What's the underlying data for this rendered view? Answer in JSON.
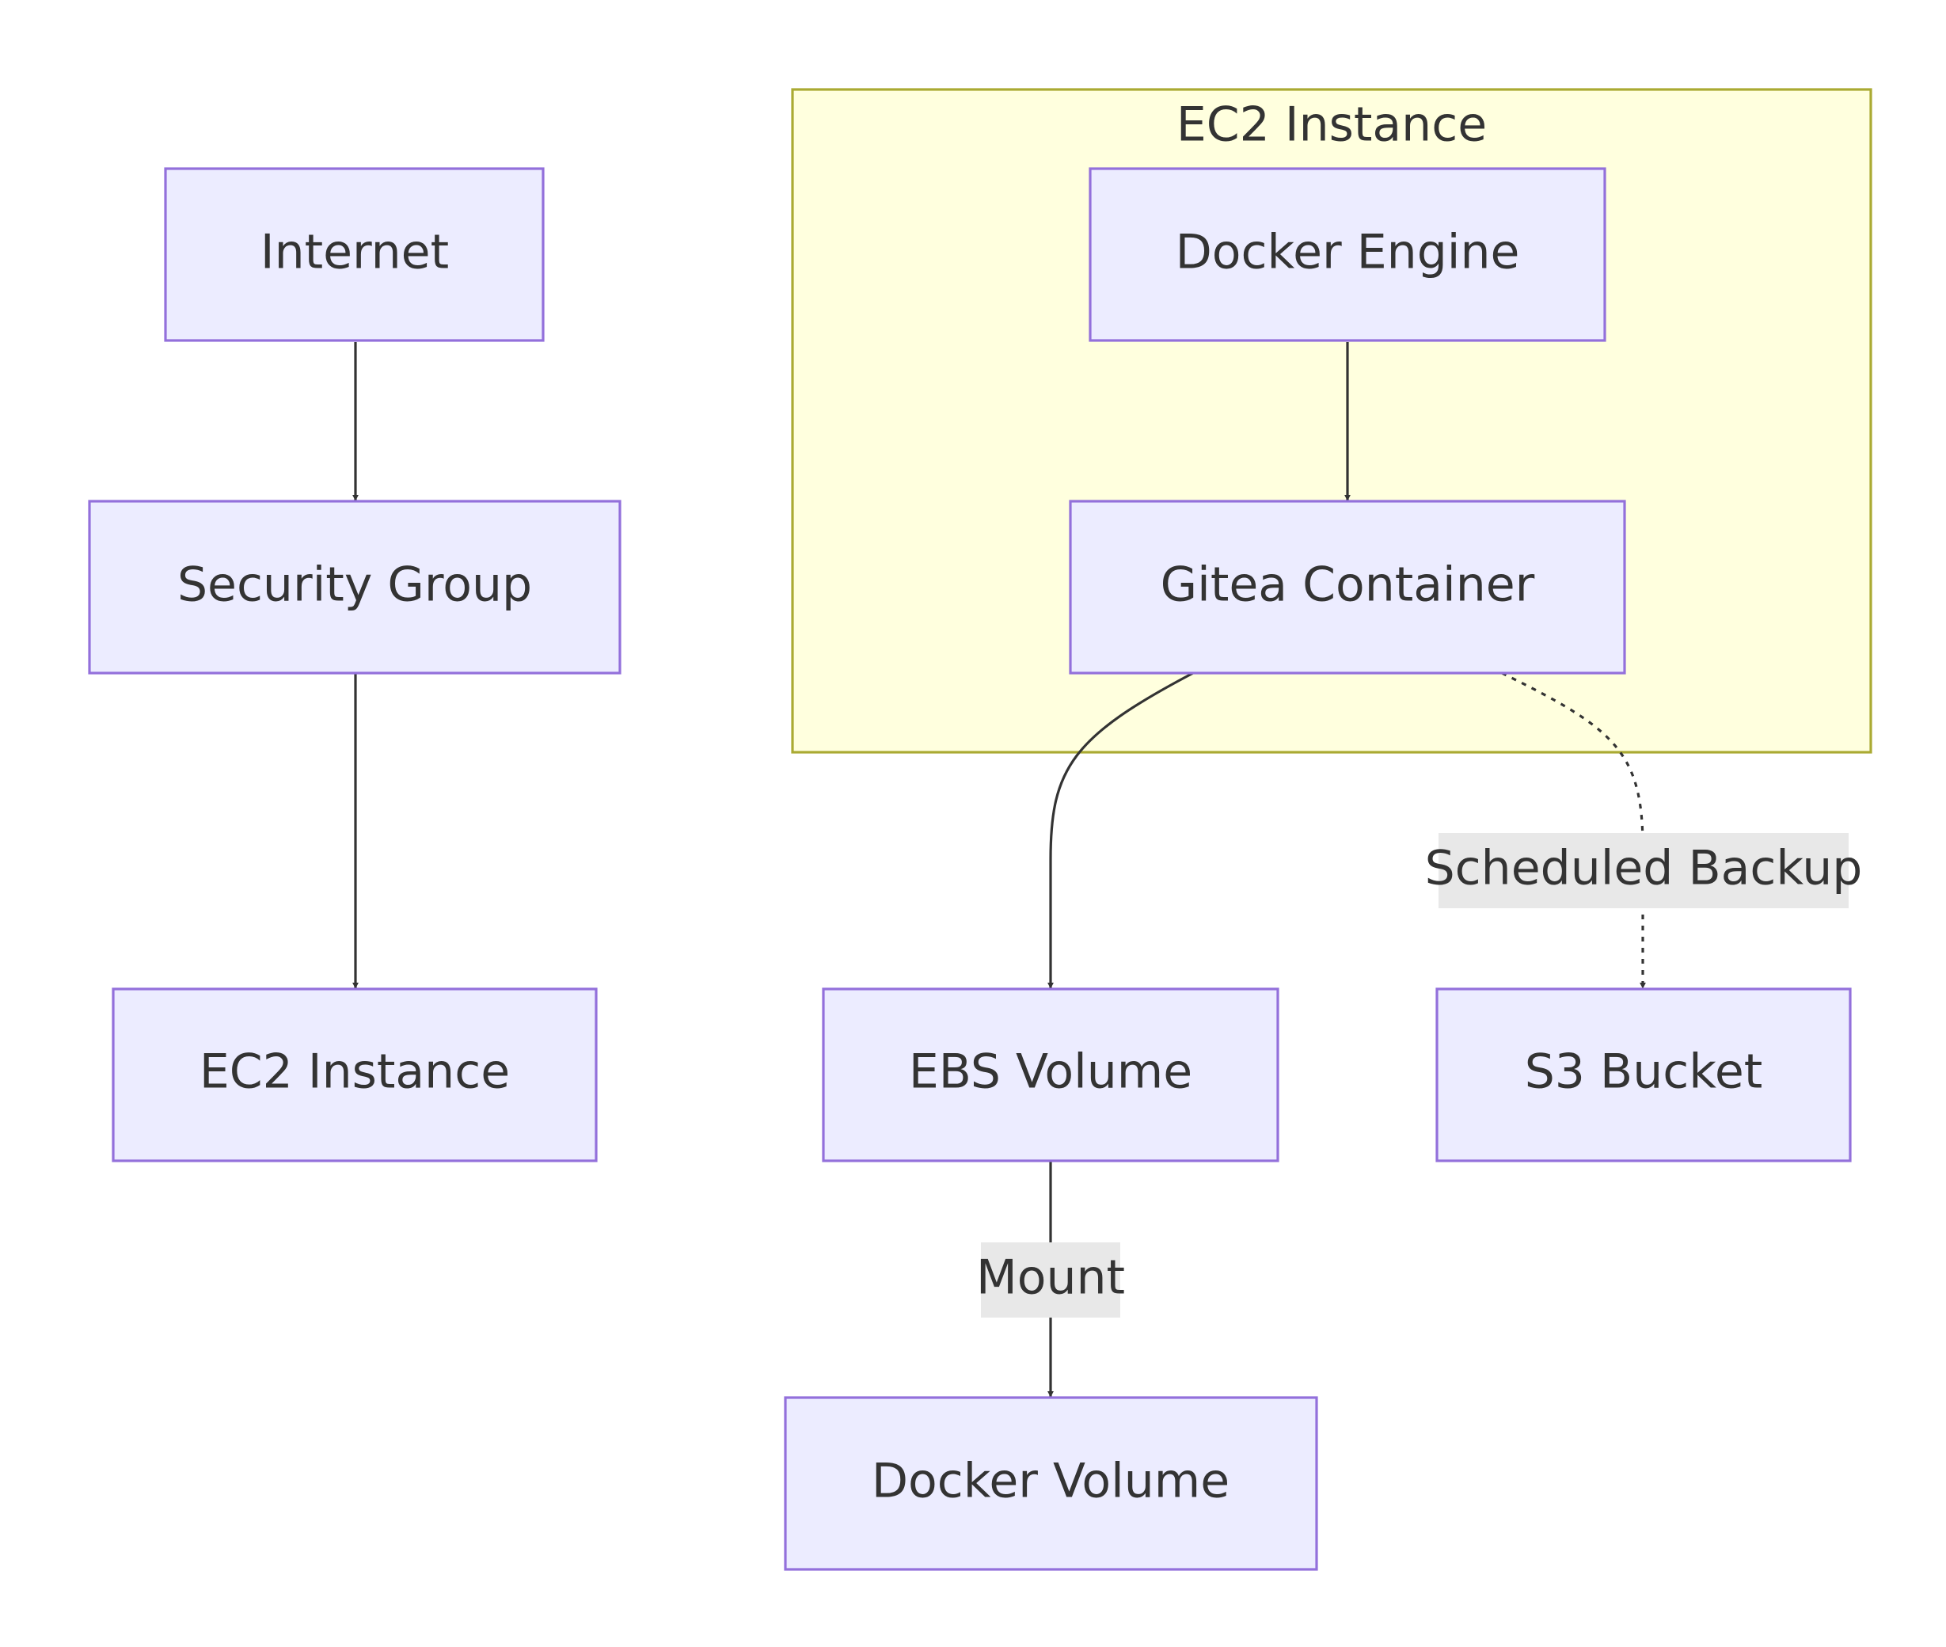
{
  "cluster": {
    "title": "EC2 Instance"
  },
  "nodes": {
    "internet": "Internet",
    "security_group": "Security Group",
    "ec2_instance": "EC2 Instance",
    "docker_engine": "Docker Engine",
    "gitea_container": "Gitea Container",
    "ebs_volume": "EBS Volume",
    "s3_bucket": "S3 Bucket",
    "docker_volume": "Docker Volume"
  },
  "edges": [
    {
      "from": "internet",
      "to": "security_group",
      "label": "",
      "style": "solid"
    },
    {
      "from": "security_group",
      "to": "ec2_instance",
      "label": "",
      "style": "solid"
    },
    {
      "from": "docker_engine",
      "to": "gitea_container",
      "label": "",
      "style": "solid"
    },
    {
      "from": "gitea_container",
      "to": "ebs_volume",
      "label": "",
      "style": "solid"
    },
    {
      "from": "gitea_container",
      "to": "s3_bucket",
      "label": "Scheduled Backup",
      "style": "dotted"
    },
    {
      "from": "ebs_volume",
      "to": "docker_volume",
      "label": "Mount",
      "style": "solid"
    }
  ],
  "edge_labels": {
    "scheduled_backup": "Scheduled Backup",
    "mount": "Mount"
  },
  "colors": {
    "node_fill": "#ECECFF",
    "node_border": "#9370DB",
    "cluster_fill": "#FFFFDE",
    "cluster_border": "#AAAA33",
    "edge": "#333333",
    "label_bg": "#e8e8e8",
    "text": "#333333"
  }
}
